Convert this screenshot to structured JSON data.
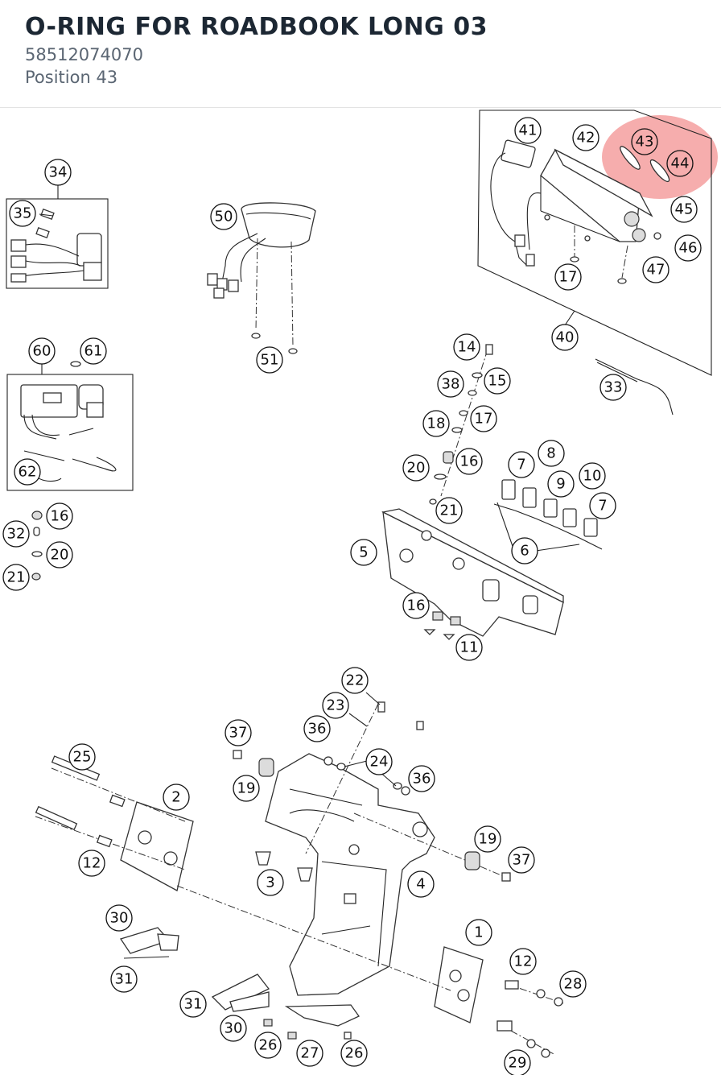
{
  "header": {
    "title": "O-RING FOR ROADBOOK LONG 03",
    "part_number": "58512074070",
    "position": "Position 43"
  },
  "highlight_color": "#f07b7b",
  "highlighted_positions": [
    "43",
    "44"
  ],
  "callouts": [
    {
      "id": "c41",
      "label": "41"
    },
    {
      "id": "c42",
      "label": "42"
    },
    {
      "id": "c43",
      "label": "43"
    },
    {
      "id": "c44",
      "label": "44"
    },
    {
      "id": "c45",
      "label": "45"
    },
    {
      "id": "c46",
      "label": "46"
    },
    {
      "id": "c47",
      "label": "47"
    },
    {
      "id": "c17a",
      "label": "17"
    },
    {
      "id": "c40",
      "label": "40"
    },
    {
      "id": "c33",
      "label": "33"
    },
    {
      "id": "c34",
      "label": "34"
    },
    {
      "id": "c35",
      "label": "35"
    },
    {
      "id": "c50",
      "label": "50"
    },
    {
      "id": "c51",
      "label": "51"
    },
    {
      "id": "c60",
      "label": "60"
    },
    {
      "id": "c61",
      "label": "61"
    },
    {
      "id": "c62",
      "label": "62"
    },
    {
      "id": "c16a",
      "label": "16"
    },
    {
      "id": "c32",
      "label": "32"
    },
    {
      "id": "c20a",
      "label": "20"
    },
    {
      "id": "c21a",
      "label": "21"
    },
    {
      "id": "c14",
      "label": "14"
    },
    {
      "id": "c38",
      "label": "38"
    },
    {
      "id": "c15",
      "label": "15"
    },
    {
      "id": "c17b",
      "label": "17"
    },
    {
      "id": "c18",
      "label": "18"
    },
    {
      "id": "c16b",
      "label": "16"
    },
    {
      "id": "c20b",
      "label": "20"
    },
    {
      "id": "c21b",
      "label": "21"
    },
    {
      "id": "c7a",
      "label": "7"
    },
    {
      "id": "c8",
      "label": "8"
    },
    {
      "id": "c9",
      "label": "9"
    },
    {
      "id": "c10",
      "label": "10"
    },
    {
      "id": "c7b",
      "label": "7"
    },
    {
      "id": "c6",
      "label": "6"
    },
    {
      "id": "c5",
      "label": "5"
    },
    {
      "id": "c16c",
      "label": "16"
    },
    {
      "id": "c11",
      "label": "11"
    },
    {
      "id": "c22",
      "label": "22"
    },
    {
      "id": "c23",
      "label": "23"
    },
    {
      "id": "c37a",
      "label": "37"
    },
    {
      "id": "c36a",
      "label": "36"
    },
    {
      "id": "c24",
      "label": "24"
    },
    {
      "id": "c36b",
      "label": "36"
    },
    {
      "id": "c25",
      "label": "25"
    },
    {
      "id": "c19a",
      "label": "19"
    },
    {
      "id": "c2",
      "label": "2"
    },
    {
      "id": "c19b",
      "label": "19"
    },
    {
      "id": "c37b",
      "label": "37"
    },
    {
      "id": "c12a",
      "label": "12"
    },
    {
      "id": "c3",
      "label": "3"
    },
    {
      "id": "c4",
      "label": "4"
    },
    {
      "id": "c30a",
      "label": "30"
    },
    {
      "id": "c1",
      "label": "1"
    },
    {
      "id": "c31a",
      "label": "31"
    },
    {
      "id": "c12b",
      "label": "12"
    },
    {
      "id": "c28",
      "label": "28"
    },
    {
      "id": "c31b",
      "label": "31"
    },
    {
      "id": "c30b",
      "label": "30"
    },
    {
      "id": "c26a",
      "label": "26"
    },
    {
      "id": "c27",
      "label": "27"
    },
    {
      "id": "c26b",
      "label": "26"
    },
    {
      "id": "c29",
      "label": "29"
    }
  ]
}
